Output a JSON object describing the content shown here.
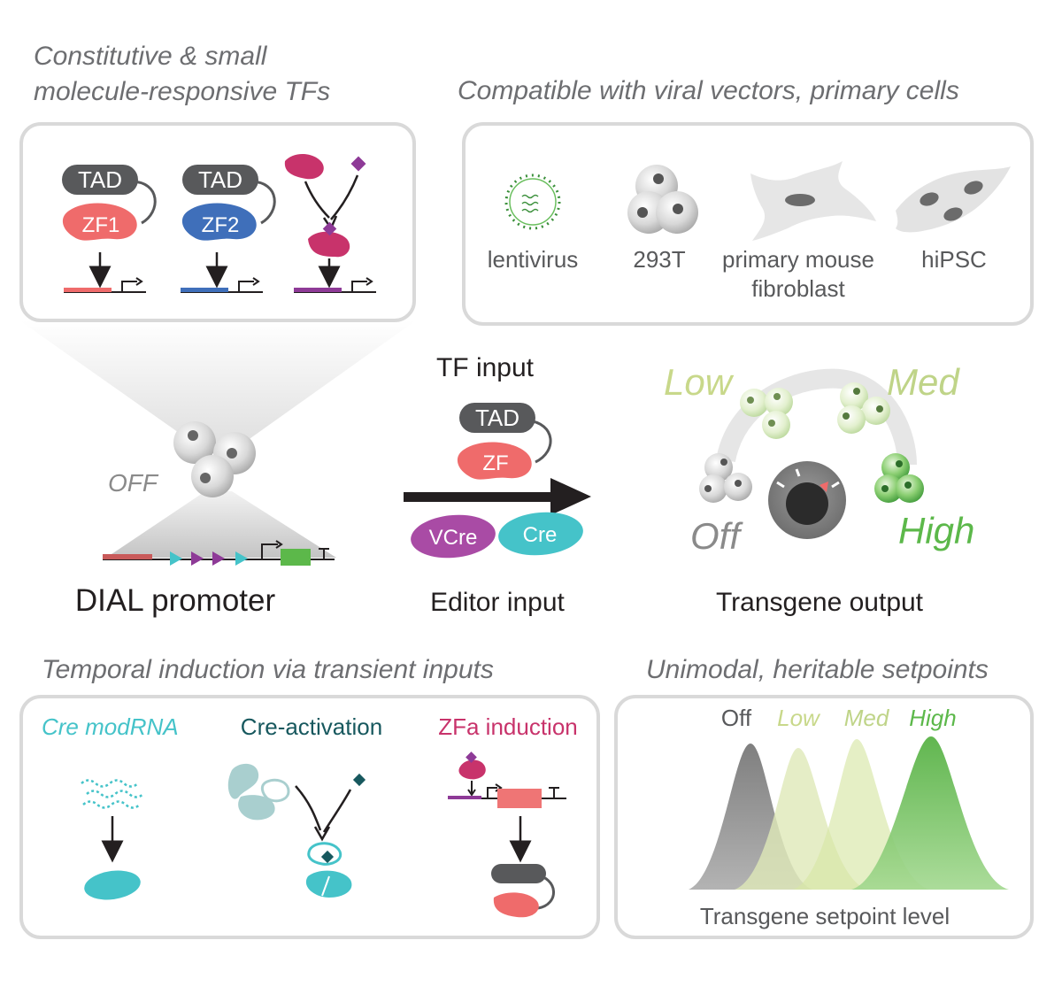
{
  "panels": {
    "tfs": {
      "heading_line1": "Constitutive & small",
      "heading_line2": "molecule-responsive TFs",
      "tad1": "TAD",
      "tad2": "TAD",
      "zf1": "ZF1",
      "zf2": "ZF2"
    },
    "compat": {
      "heading": "Compatible with viral vectors, primary cells",
      "items": {
        "lentivirus": "lentivirus",
        "c293t": "293T",
        "fibro_line1": "primary mouse",
        "fibro_line2": "fibroblast",
        "hipsc": "hiPSC"
      }
    },
    "dial": {
      "off_label": "OFF",
      "caption": "DIAL promoter"
    },
    "inputs": {
      "tf_input_label": "TF input",
      "tad": "TAD",
      "zf": "ZF",
      "vcre": "VCre",
      "cre": "Cre",
      "editor_label": "Editor input"
    },
    "output": {
      "low": "Low",
      "med": "Med",
      "off": "Off",
      "high": "High",
      "caption": "Transgene output"
    },
    "temporal": {
      "heading": "Temporal induction via transient inputs",
      "cre_modrna": "Cre modRNA",
      "cre_activation": "Cre-activation",
      "zfa_induction": "ZFa induction"
    },
    "setpoints": {
      "heading": "Unimodal, heritable setpoints",
      "off": "Off",
      "low": "Low",
      "med": "Med",
      "high": "High",
      "xlabel": "Transgene setpoint level"
    }
  },
  "colors": {
    "panel_border": "#d9d9d9",
    "heading_gray": "#6d6e71",
    "tad_gray": "#58595b",
    "zf1_red": "#ef6b6b",
    "zf2_blue": "#3f6fba",
    "magenta": "#c8336b",
    "purple": "#8e3a97",
    "teal": "#45c3c9",
    "dark_teal": "#17585e",
    "low_green": "#c8d88a",
    "med_green": "#bfd488",
    "high_green": "#5cb84a",
    "off_gray": "#8a8a8a",
    "gene_green": "#5cb84a"
  }
}
